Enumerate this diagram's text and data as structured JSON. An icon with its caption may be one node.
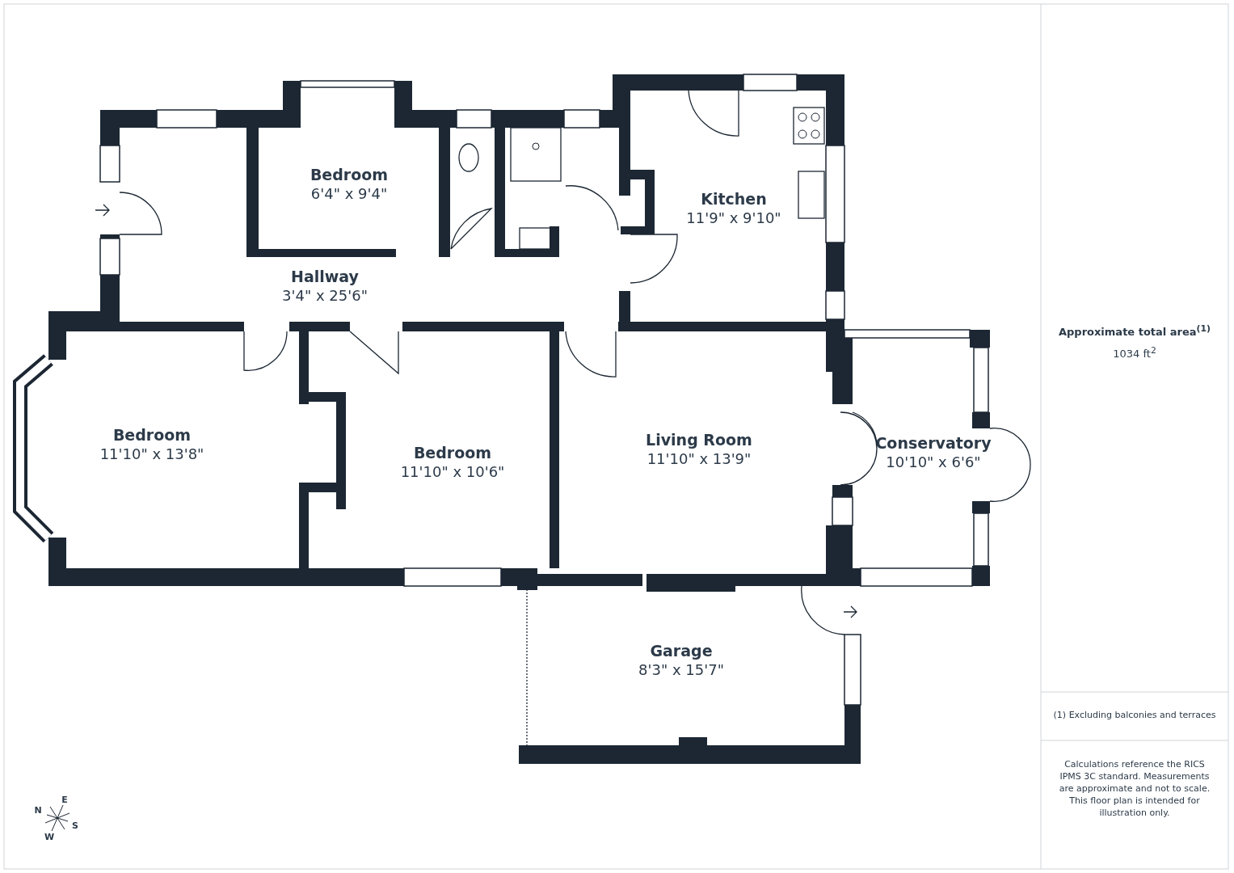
{
  "diagram": {
    "nodes": [
      {
        "text": [
          "Bedroom",
          "6'4\" x 9'4\""
        ]
      },
      {
        "text": [
          "Hallway",
          "3'4\" x 25'6\""
        ]
      },
      {
        "text": [
          "Kitchen",
          "11'9\" x 9'10\""
        ]
      },
      {
        "text": [
          "Bedroom",
          "11'10\" x 13'8\""
        ]
      },
      {
        "text": [
          "Bedroom",
          "11'10\" x 10'6\""
        ]
      },
      {
        "text": [
          "Living Room",
          "11'10\" x 13'9\""
        ]
      },
      {
        "text": [
          "Conservatory",
          "10'10\" x 6'6\""
        ]
      },
      {
        "text": [
          "Garage",
          "8'3\" x 15'7\""
        ]
      }
    ],
    "edges": [],
    "labels": [
      "Approximate total area$^{(1)}$",
      "1034 ft$^{2}$",
      "(1) Excluding balconies and terraces",
      "Calculations reference the RICS IPMS 3C standard. Measurements are approximate and not to scale. This floor plan is intended for illustration only.",
      "N",
      "E",
      "S",
      "W"
    ]
  }
}
